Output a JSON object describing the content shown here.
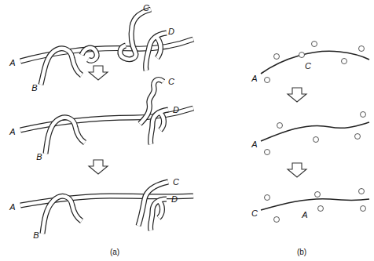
{
  "diagram": {
    "labels": [
      "C",
      "D",
      "A",
      "B",
      "C",
      "D",
      "A",
      "B",
      "C",
      "D",
      "A",
      "B",
      "(a)",
      "C",
      "A",
      "A",
      "C",
      "A",
      "(b)"
    ]
  }
}
